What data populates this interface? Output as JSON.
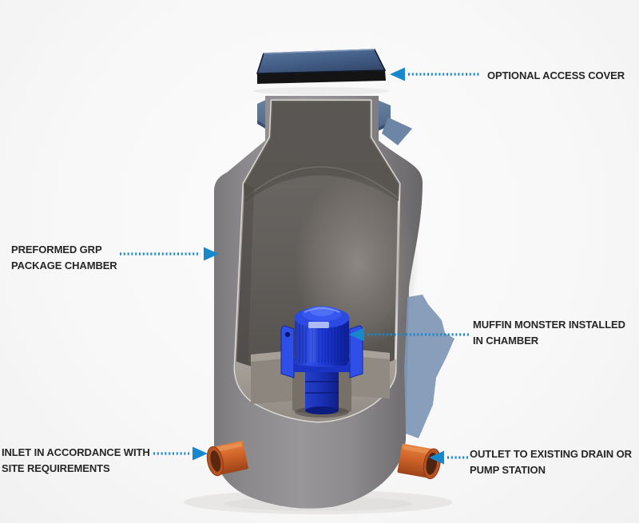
{
  "diagram": {
    "labels": {
      "access_cover": {
        "line1": "OPTIONAL ACCESS COVER"
      },
      "chamber": {
        "line1": "PREFORMED GRP",
        "line2": "PACKAGE CHAMBER"
      },
      "muffin_monster": {
        "line1": "MUFFIN MONSTER INSTALLED",
        "line2": "IN CHAMBER"
      },
      "inlet": {
        "line1": "INLET IN ACCORDANCE WITH",
        "line2": "SITE REQUIREMENTS"
      },
      "outlet": {
        "line1": "OUTLET TO EXISTING DRAIN OR",
        "line2": "PUMP STATION"
      }
    },
    "colors": {
      "arrow_blue": "#1888cc",
      "label_text": "#262626",
      "background": "#f8f8f8",
      "chamber_grey": "#8d8b8d",
      "chamber_interior": "#5e5a57",
      "cut_edge": "#dcd9d4",
      "cover_slate": "#46618a",
      "flange_slate": "#5f7898",
      "cast_shadow_slate": "#7e96b4",
      "pump_blue": "#1c38d2",
      "pipe_orange": "#c55f28"
    }
  }
}
